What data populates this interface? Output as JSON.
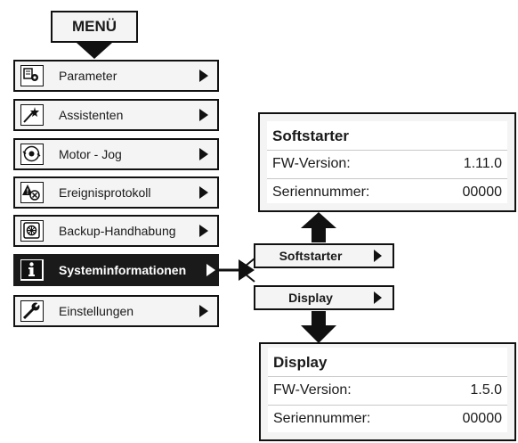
{
  "menu": {
    "title": "MENÜ",
    "items": [
      {
        "label": "Parameter",
        "icon": "parameter-icon"
      },
      {
        "label": "Assistenten",
        "icon": "wizard-icon"
      },
      {
        "label": "Motor - Jog",
        "icon": "motor-jog-icon"
      },
      {
        "label": "Ereignisprotokoll",
        "icon": "event-log-icon"
      },
      {
        "label": "Backup-Handhabung",
        "icon": "backup-icon"
      },
      {
        "label": "Systeminformationen",
        "icon": "info-icon"
      },
      {
        "label": "Einstellungen",
        "icon": "wrench-icon"
      }
    ]
  },
  "submenu": {
    "softstarter_label": "Softstarter",
    "display_label": "Display"
  },
  "softstarter_panel": {
    "title": "Softstarter",
    "fw_label": "FW-Version:",
    "fw_value": "1.11.0",
    "serial_label": "Seriennummer:",
    "serial_value": "00000"
  },
  "display_panel": {
    "title": "Display",
    "fw_label": "FW-Version:",
    "fw_value": "1.5.0",
    "serial_label": "Seriennummer:",
    "serial_value": "00000"
  }
}
